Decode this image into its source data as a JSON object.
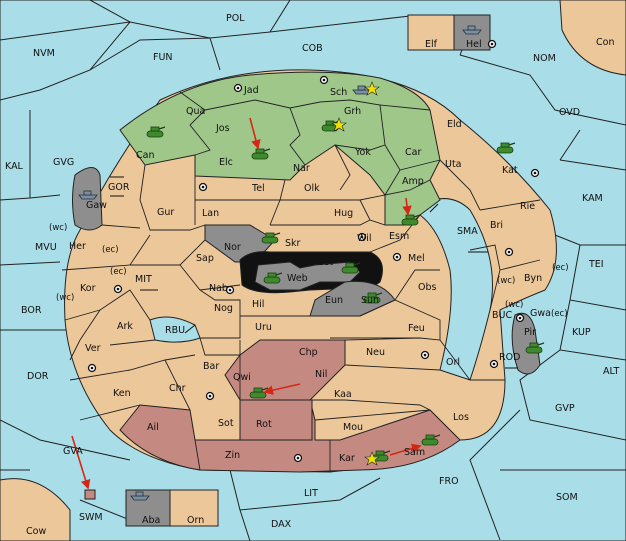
{
  "territories": {
    "pol": "POL",
    "cob": "COB",
    "elf": "Elf",
    "hel": "Hel",
    "con": "Con",
    "nvm": "NVM",
    "fun": "FUN",
    "nom": "NOM",
    "ovd": "OVD",
    "kal": "KAL",
    "gvg": "GVG",
    "gor": "GOR",
    "kam": "KAM",
    "mvu": "MVU",
    "sma": "SMA",
    "tei": "TEI",
    "mit": "MIT",
    "bor": "BOR",
    "rbu": "RBU",
    "buc": "BUC",
    "kup": "KUP",
    "dor": "DOR",
    "rod": "ROD",
    "alt": "ALT",
    "gvp": "GVP",
    "gva": "GVA",
    "fro": "FRO",
    "lit": "LIT",
    "som": "SOM",
    "swm": "SWM",
    "cow": "Cow",
    "aba": "Aba",
    "orn": "Orn",
    "dax": "DAX",
    "jad": "Jad",
    "sch": "Sch",
    "qua": "Qua",
    "jos": "Jos",
    "grh": "Grh",
    "eld": "Eld",
    "can": "Can",
    "elc": "Elc",
    "nar": "Nar",
    "yok": "Yok",
    "car": "Car",
    "uta": "Uta",
    "kat": "Kat",
    "tel": "Tel",
    "olk": "Olk",
    "amp": "Amp",
    "gaw": "Gaw",
    "gur": "Gur",
    "lan": "Lan",
    "hug": "Hug",
    "rie": "Rie",
    "esm": "Esm",
    "bri": "Bri",
    "her": "Her",
    "nor": "Nor",
    "skr": "Skr",
    "wil": "Wil",
    "sap": "Sap",
    "web": "Web",
    "ost": "Ost",
    "mel": "Mel",
    "byn": "Byn",
    "kor": "Kor",
    "nab": "Nab",
    "obs": "Obs",
    "gwa": "Gwa",
    "hil": "Hil",
    "eun": "Eun",
    "sun": "Sun",
    "nog": "Nog",
    "ark": "Ark",
    "uru": "Uru",
    "feu": "Feu",
    "pir": "Pir",
    "ver": "Ver",
    "chp": "Chp",
    "neu": "Neu",
    "bar": "Bar",
    "qwi": "Qwi",
    "nil": "Nil",
    "orl": "Orl",
    "ken": "Ken",
    "chr": "Chr",
    "kaa": "Kaa",
    "los": "Los",
    "ail": "Ail",
    "sot": "Sot",
    "rot": "Rot",
    "mou": "Mou",
    "zin": "Zin",
    "kar": "Kar",
    "sam": "Sam"
  },
  "coasts": {
    "wc1": "(wc)",
    "ec1": "(ec)",
    "ec2": "(ec)",
    "wc2": "(wc)",
    "wc3": "(wc)",
    "ec3": "(ec)",
    "wc4": "(wc)",
    "ec4": "(ec)"
  },
  "colors": {
    "sea": "#a9dde8",
    "land": "#ecc79a",
    "green_power": "#9fc78a",
    "red_power": "#c48a82",
    "neutral_gray": "#8e8e8e",
    "arrow": "#d42814"
  },
  "icons": [
    "army-icon",
    "fleet-icon",
    "supply-center-icon",
    "dislodged-star-icon",
    "move-arrow"
  ]
}
